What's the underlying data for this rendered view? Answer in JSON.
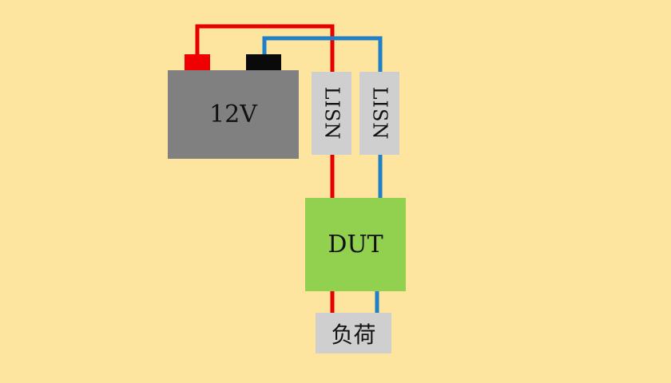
{
  "battery": {
    "label": "12V"
  },
  "lisn": [
    {
      "label": "LISN"
    },
    {
      "label": "LISN"
    }
  ],
  "dut": {
    "label": "DUT"
  },
  "load": {
    "label": "负荷"
  },
  "colors": {
    "background": "#fde59f",
    "positive_wire": "#e60000",
    "negative_wire": "#1f7fc8",
    "battery": "#808080",
    "dut": "#92d050",
    "component": "#cfcfcf"
  }
}
